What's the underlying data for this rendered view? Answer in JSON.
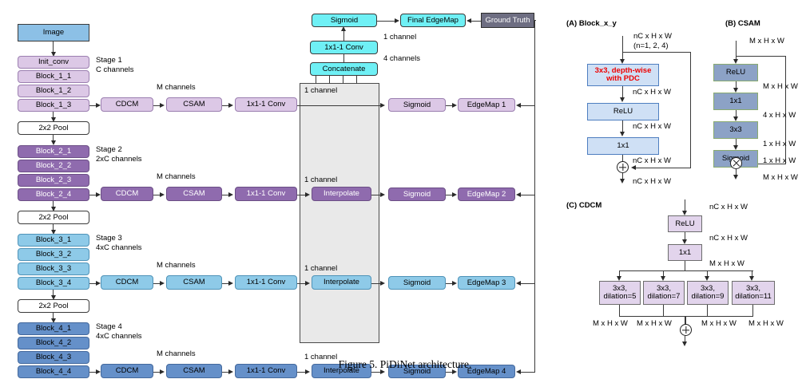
{
  "figure": {
    "caption": "Figure 5. PiDiNet architecture."
  },
  "backbone": {
    "input_label": "Image",
    "init_conv": "Init_conv",
    "pool_label": "2x2 Pool",
    "stages": [
      {
        "name": "Stage 1",
        "channels": "C channels",
        "blocks": [
          "Block_1_1",
          "Block_1_2",
          "Block_1_3"
        ],
        "color": "#dcc8e6"
      },
      {
        "name": "Stage 2",
        "channels": "2xC channels",
        "blocks": [
          "Block_2_1",
          "Block_2_2",
          "Block_2_3",
          "Block_2_4"
        ],
        "color": "#8f6bae"
      },
      {
        "name": "Stage 3",
        "channels": "4xC channels",
        "blocks": [
          "Block_3_1",
          "Block_3_2",
          "Block_3_3",
          "Block_3_4"
        ],
        "color": "#8ecae8"
      },
      {
        "name": "Stage 4",
        "channels": "4xC channels",
        "blocks": [
          "Block_4_1",
          "Block_4_2",
          "Block_4_3",
          "Block_4_4"
        ],
        "color": "#6590c9"
      }
    ]
  },
  "branch": {
    "cdcm_label": "CDCM",
    "csam_label": "CSAM",
    "conv_label": "1x1-1 Conv",
    "m_channels_label": "M channels",
    "one_channel_label": "1 channel",
    "interpolate_label": "Interpolate",
    "sigmoid_label": "Sigmoid",
    "edgemaps": [
      "EdgeMap 1",
      "EdgeMap 2",
      "EdgeMap 3",
      "EdgeMap 4"
    ]
  },
  "fusion": {
    "concatenate": "Concatenate",
    "four_channels": "4 channels",
    "conv": "1x1-1 Conv",
    "one_channel": "1 channel",
    "sigmoid": "Sigmoid",
    "final_edgemap": "Final EdgeMap",
    "ground_truth": "Ground Truth"
  },
  "panel_a": {
    "title": "(A) Block_x_y",
    "in_shape": "nC x H x W",
    "n_note": "(n=1, 2, 4)",
    "boxes": [
      {
        "line1": "3x3, depth-wise",
        "line2": "with PDC"
      },
      {
        "line1": "ReLU",
        "line2": ""
      },
      {
        "line1": "1x1",
        "line2": ""
      }
    ],
    "shape_after_pdc": "nC x H x W",
    "shape_after_relu": "nC x H x W",
    "shape_after_1x1": "nC x H x W",
    "out_shape": "nC x H x W",
    "op": "plus"
  },
  "panel_b": {
    "title": "(B) CSAM",
    "in_shape": "M x H x W",
    "boxes": [
      "ReLU",
      "1x1",
      "3x3",
      "Sigmoid"
    ],
    "shapes": [
      "M x H x W",
      "4 x H x W",
      "1 x H x W",
      "1 x H x W"
    ],
    "out_shape": "M x H x W",
    "op": "times"
  },
  "panel_c": {
    "title": "(C) CDCM",
    "in_shape": "nC x H x W",
    "relu": "ReLU",
    "shape_after_relu": "nC x H x W",
    "conv": "1x1",
    "shape_after_conv": "M x H x W",
    "dilations": [
      {
        "line1": "3x3,",
        "line2": "dilation=5"
      },
      {
        "line1": "3x3,",
        "line2": "dilation=7"
      },
      {
        "line1": "3x3,",
        "line2": "dilation=9"
      },
      {
        "line1": "3x3,",
        "line2": "dilation=11"
      }
    ],
    "branch_shapes": [
      "M x H x W",
      "M x H x W",
      "M x H x W",
      "M x H x W"
    ],
    "op": "plus"
  },
  "colors": {
    "stage1": "#dcc8e6",
    "stage2": "#8f6bae",
    "stage3": "#8ecae8",
    "stage4": "#6590c9",
    "image": "#8cc0e6",
    "cyan": "#6ff0f5",
    "ground_truth": "#6e6e82",
    "panel_a_box": "#cfe0f5",
    "panel_b_box": "#8ca2c6",
    "panel_c_box": "#e2d4ec",
    "pdc_text": "#ee0000",
    "gray_panel": "#e9e9e9"
  }
}
